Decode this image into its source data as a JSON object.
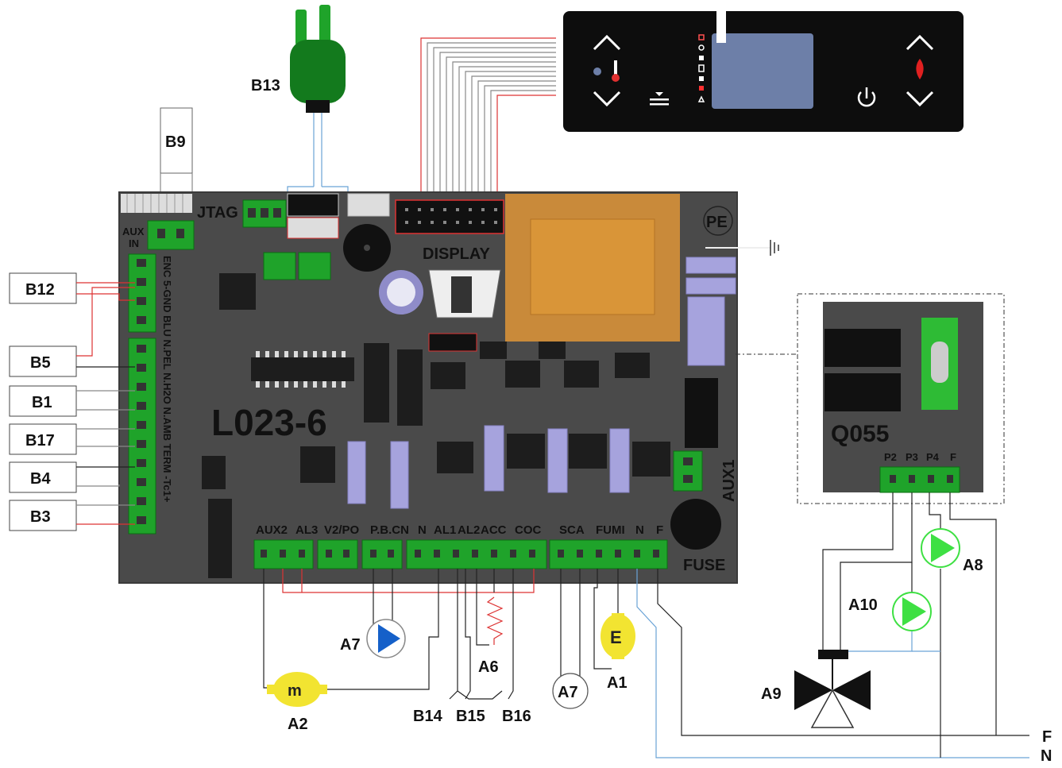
{
  "board": {
    "model": "L023-6",
    "jtag": "JTAG",
    "display": "DISPLAY",
    "pe": "PE",
    "aux_in": [
      "AUX",
      "IN"
    ],
    "aux1": "AUX1",
    "fuse": "FUSE",
    "left_pins": "ENC 5-GND BLU N.PEL N.H2O N.AMB TERM -Tc1+",
    "bottom_pins": [
      "AUX2",
      "AL3",
      "V2/PO",
      "P.B.CN",
      "N",
      "AL1",
      "AL2",
      "ACC",
      "COC",
      "SCA",
      "FUMI",
      "N",
      "F"
    ]
  },
  "module": {
    "name": "Q055",
    "pins": [
      "P2",
      "P3",
      "P4",
      "F"
    ]
  },
  "left_boxes": [
    "B12",
    "B5",
    "B1",
    "B17",
    "B4",
    "B3"
  ],
  "labels": {
    "b13": "B13",
    "b9": "B9",
    "a2": "A2",
    "a7_pump": "A7",
    "a6": "A6",
    "a7_circle": "A7",
    "a1": "A1",
    "a9": "A9",
    "a10": "A10",
    "a8": "A8",
    "b14": "B14",
    "b15": "B15",
    "b16": "B16",
    "f_line": "F",
    "n_line": "N",
    "motor_m": "m",
    "motor_e": "E"
  },
  "colors": {
    "board": "#4a4a4a",
    "terminal_green": "#1fa32a",
    "transformer": "#c98a3a",
    "display_bg": "#0d0d0d",
    "display_screen": "#6d7fa8",
    "motor_yellow": "#f2e431",
    "pump_blue": "#1560c9",
    "pump_green": "#3ee043",
    "wire_red": "#dd3333",
    "wire_blue": "#6aa3d6"
  },
  "icons": [
    "arrow-up-icon",
    "arrow-down-icon",
    "thermometer-icon",
    "flame-icon",
    "power-icon",
    "menu-icon",
    "ground-icon",
    "pump-icon",
    "resistor-icon",
    "valve-icon"
  ]
}
